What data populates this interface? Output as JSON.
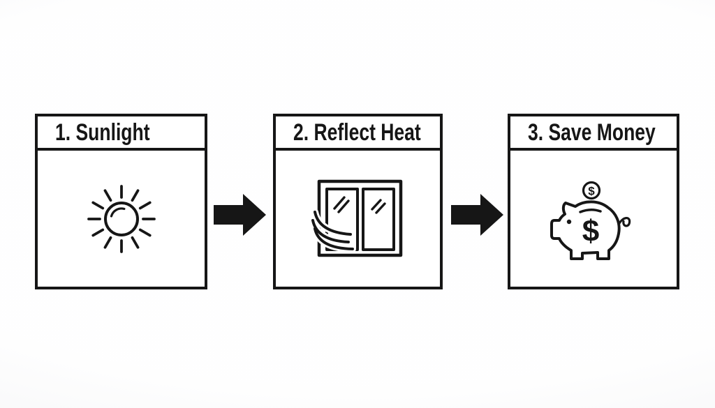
{
  "steps": [
    {
      "label": "1. Sunlight",
      "icon": "sun"
    },
    {
      "label": "2. Reflect Heat",
      "icon": "window-reflecting-heat"
    },
    {
      "label": "3. Save Money",
      "icon": "piggy-bank",
      "coin_symbol": "$",
      "bank_symbol": "$"
    }
  ],
  "connectors": [
    {
      "icon": "arrow-right"
    },
    {
      "icon": "arrow-right"
    }
  ],
  "colors": {
    "ink": "#161616",
    "canvas": "#fafafb",
    "box_fill": "#ffffff"
  }
}
